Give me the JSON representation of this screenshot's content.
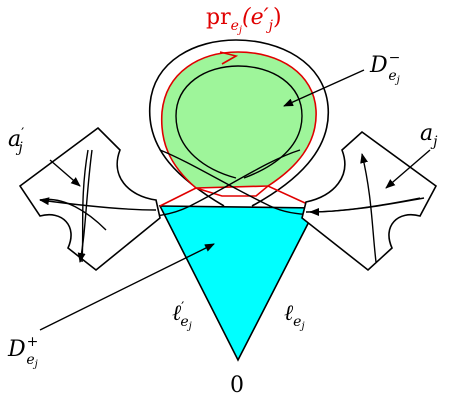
{
  "labels": {
    "projection": {
      "main": "pr",
      "sub": "e",
      "subsub": "j",
      "arg": "(e′",
      "argsub": "j",
      "close": ")"
    },
    "d_minus": {
      "main": "D",
      "sup": "−",
      "sub": "e",
      "subsub": "j"
    },
    "d_plus": {
      "main": "D",
      "sup": "+",
      "sub": "e",
      "subsub": "j"
    },
    "a_prime": {
      "main": "a",
      "prime": "′",
      "sub": "j"
    },
    "a": {
      "main": "a",
      "sub": "j"
    },
    "ell_prime": {
      "main": "ℓ",
      "prime": "′",
      "sub": "e",
      "subsub": "j"
    },
    "ell": {
      "main": "ℓ",
      "sub": "e",
      "subsub": "j"
    },
    "origin": "0"
  },
  "colors": {
    "disk_fill": "#9ef59a",
    "triangle_fill": "#00ffff",
    "projection_stroke": "#e00000",
    "ink": "#000000"
  }
}
